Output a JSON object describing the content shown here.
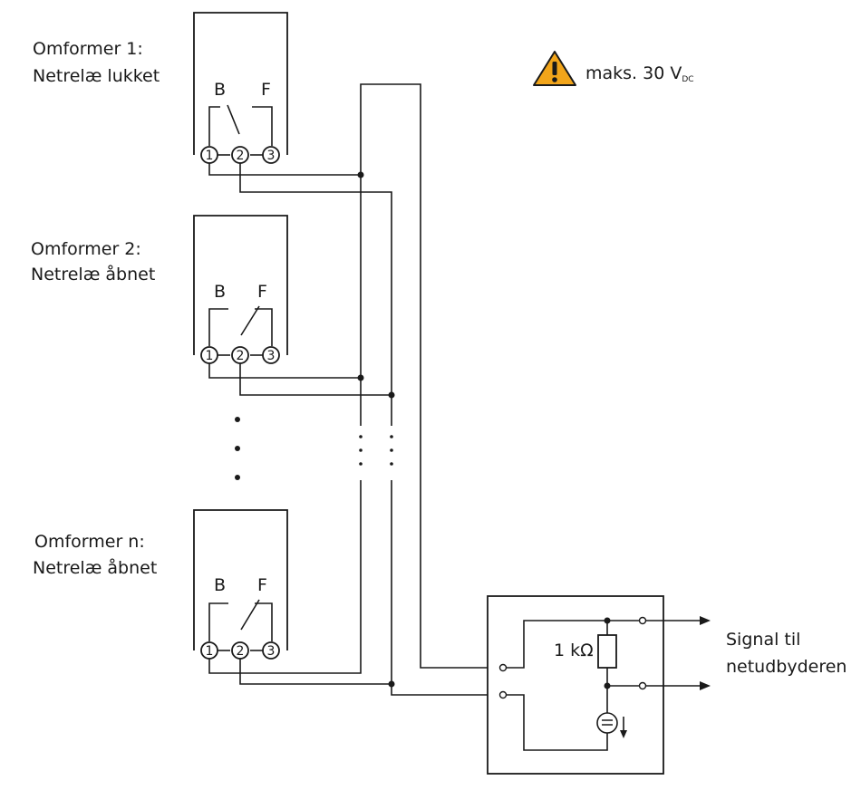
{
  "inverters": [
    {
      "name": "Omformer 1:",
      "state": "Netrelæ lukket"
    },
    {
      "name": "Omformer 2:",
      "state": "Netrelæ åbnet"
    },
    {
      "name": "Omformer n:",
      "state": "Netrelæ åbnet"
    }
  ],
  "relay": {
    "b_label": "B",
    "f_label": "F",
    "pins": [
      "1",
      "2",
      "3"
    ]
  },
  "warning": {
    "text": "maks. 30 V",
    "subscript": "DC",
    "icon": "warning-triangle-icon",
    "color": "#f2a51a"
  },
  "resistor": {
    "label": "1 kΩ"
  },
  "output": {
    "line1": "Signal til",
    "line2": "netudbyderen"
  }
}
